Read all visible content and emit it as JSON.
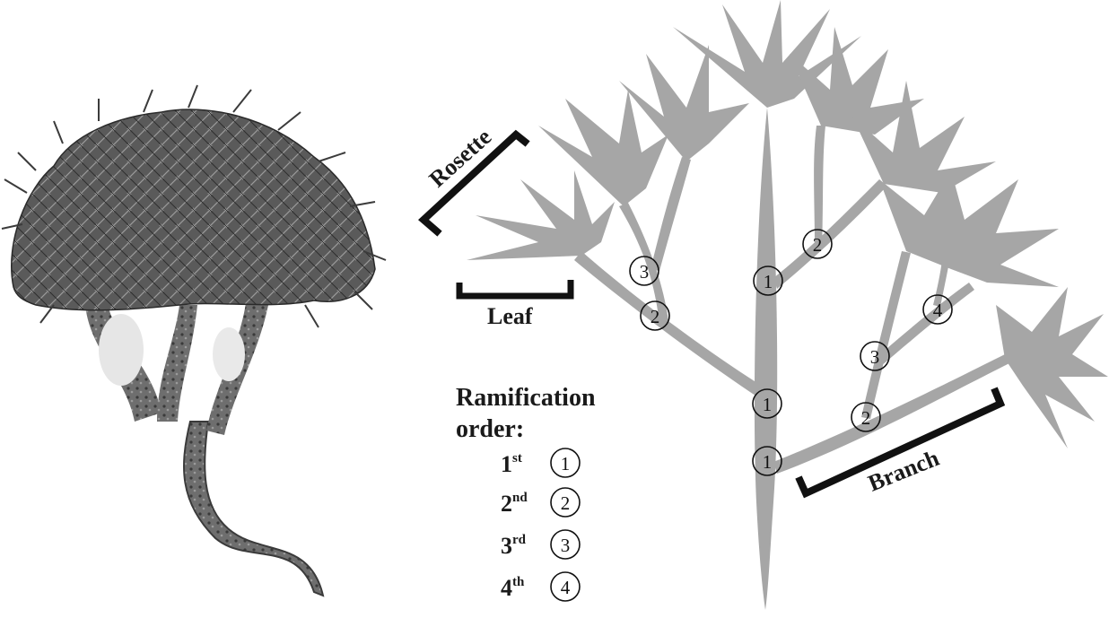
{
  "labels": {
    "rosette": "Rosette",
    "leaf": "Leaf",
    "branch": "Branch"
  },
  "legend": {
    "title_line1": "Ramification",
    "title_line2": "order:",
    "items": [
      {
        "base": "1",
        "sup": "st",
        "marker": "1"
      },
      {
        "base": "2",
        "sup": "nd",
        "marker": "2"
      },
      {
        "base": "3",
        "sup": "rd",
        "marker": "3"
      },
      {
        "base": "4",
        "sup": "th",
        "marker": "4"
      }
    ]
  },
  "diagram_markers": [
    "1",
    "1",
    "1",
    "2",
    "2",
    "2",
    "3",
    "3",
    "4"
  ],
  "colors": {
    "plant_gray": "#a6a6a6",
    "bracket": "#111111",
    "photo_dark": "#3c3c3c"
  }
}
